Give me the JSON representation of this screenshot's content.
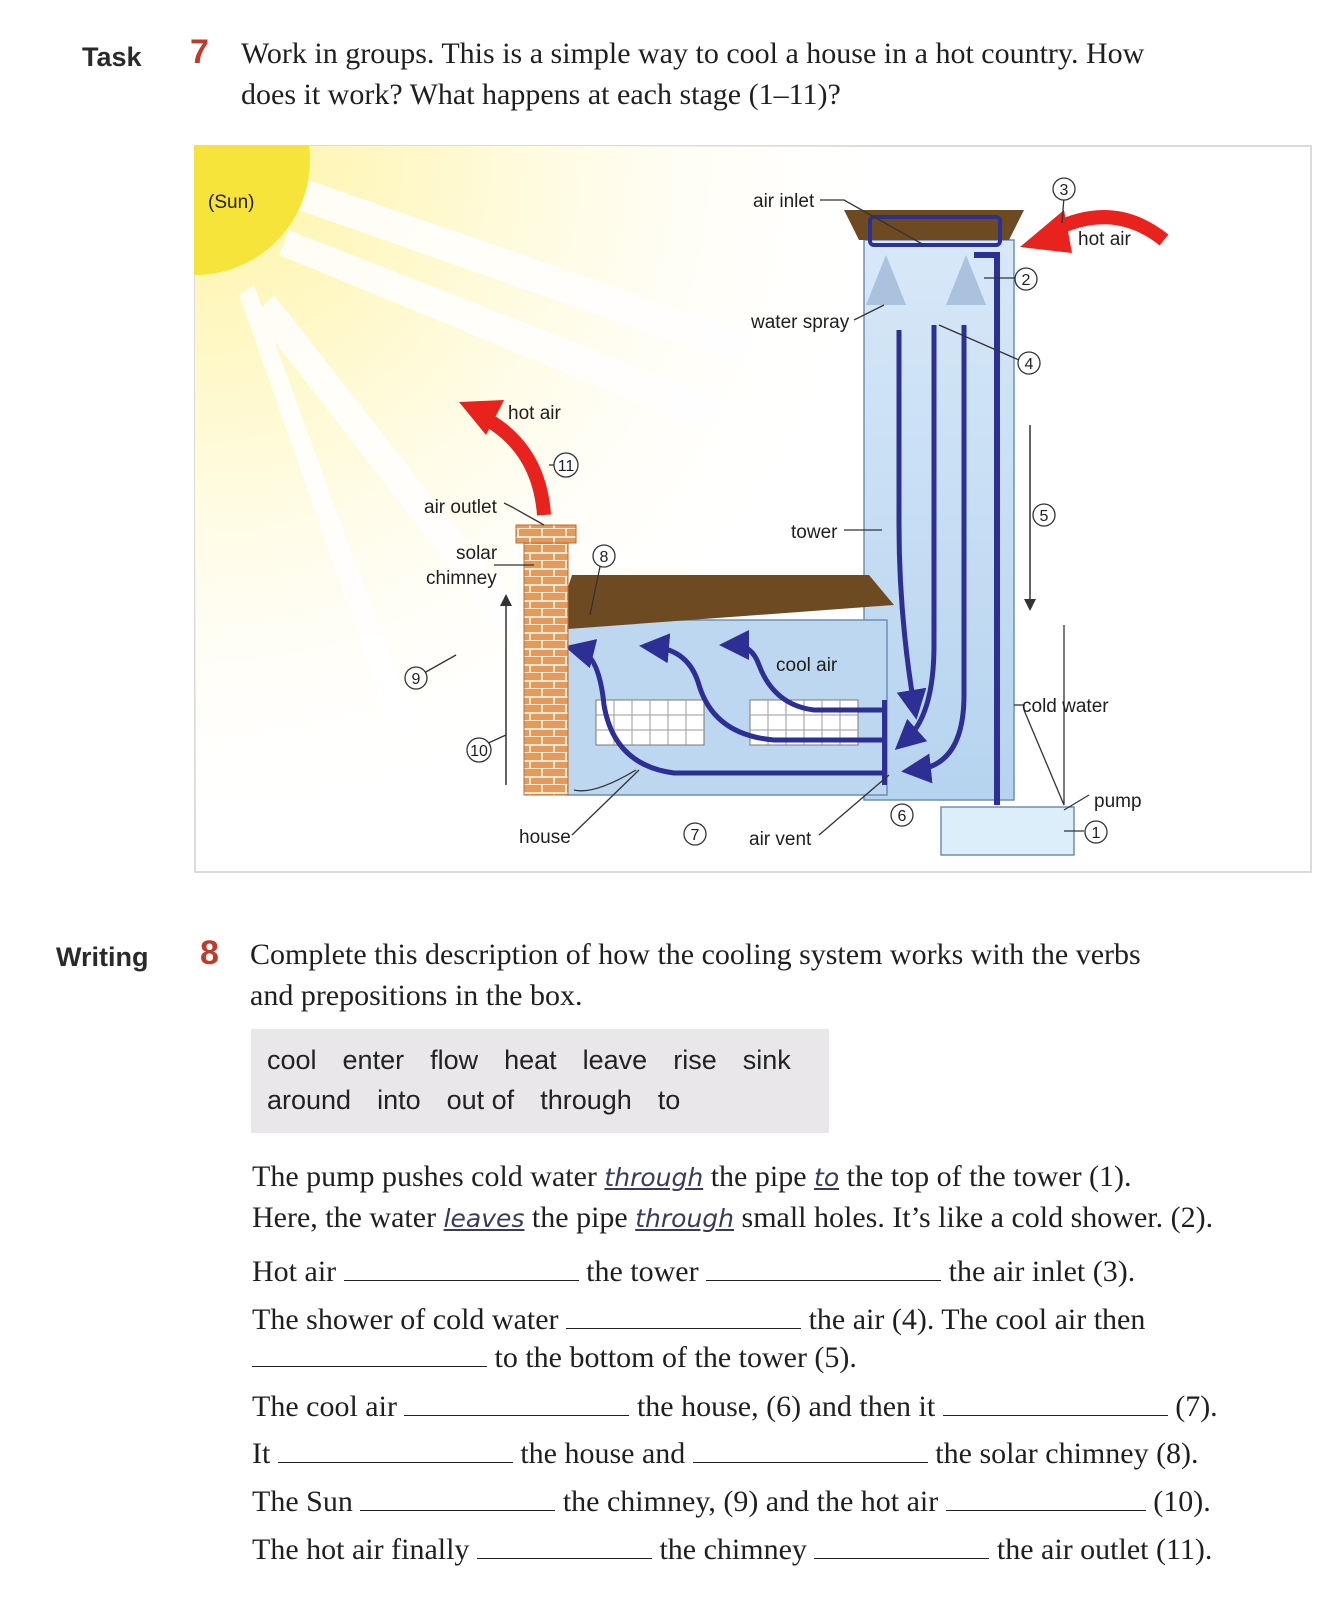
{
  "task": {
    "label": "Task",
    "number": "7",
    "line1": "Work in groups. This is a simple way to cool a house in a hot country. How",
    "line2": "does it work? What happens at each stage (1–11)?"
  },
  "diagram": {
    "labels": {
      "sun": "(Sun)",
      "air_inlet": "air inlet",
      "hot_air_top": "hot air",
      "water_spray": "water spray",
      "hot_air_chimney": "hot air",
      "air_outlet": "air outlet",
      "solar": "solar",
      "chimney": "chimney",
      "tower": "tower",
      "cool_air": "cool air",
      "cold_water": "cold water",
      "pump": "pump",
      "house": "house",
      "air_vent": "air vent"
    },
    "stage_numbers": [
      "1",
      "2",
      "3",
      "4",
      "5",
      "6",
      "7",
      "8",
      "9",
      "10",
      "11"
    ],
    "colors": {
      "sun": "#f7e43a",
      "arrow_red": "#e8221d",
      "flow_blue": "#2e2f94",
      "water_blue": "#bcd7ef",
      "roof_brown": "#6e4a23",
      "brick": "#e39a5b"
    }
  },
  "writing": {
    "label": "Writing",
    "number": "8",
    "line1": "Complete this description of how the cooling system works with the verbs",
    "line2": "and prepositions in the box.",
    "verbs": [
      "cool",
      "enter",
      "flow",
      "heat",
      "leave",
      "rise",
      "sink"
    ],
    "prepositions": [
      "around",
      "into",
      "out of",
      "through",
      "to"
    ]
  },
  "paragraph": {
    "s1a": "The pump pushes cold water",
    "s1_hw1": "through",
    "s1b": "the pipe",
    "s1_hw2": "to",
    "s1c": "the top of the tower (1).",
    "s2a": "Here, the water",
    "s2_hw1": "leaves",
    "s2b": "the pipe",
    "s2_hw2": "through",
    "s2c": "small holes. It’s like a cold shower. (2).",
    "s3a": "Hot air",
    "s3b": "the tower",
    "s3c": "the air inlet (3).",
    "s4a": "The shower of cold water",
    "s4b": "the air (4). The cool air then",
    "s5b": "to the bottom of the tower (5).",
    "s6a": "The cool air",
    "s6b": "the house, (6) and then it",
    "s6c": "(7).",
    "s7a": "It",
    "s7b": "the house and",
    "s7c": "the solar chimney (8).",
    "s8a": "The Sun",
    "s8b": "the chimney, (9) and the hot air",
    "s8c": "(10).",
    "s9a": "The hot air finally",
    "s9b": "the chimney",
    "s9c": "the air outlet (11)."
  }
}
